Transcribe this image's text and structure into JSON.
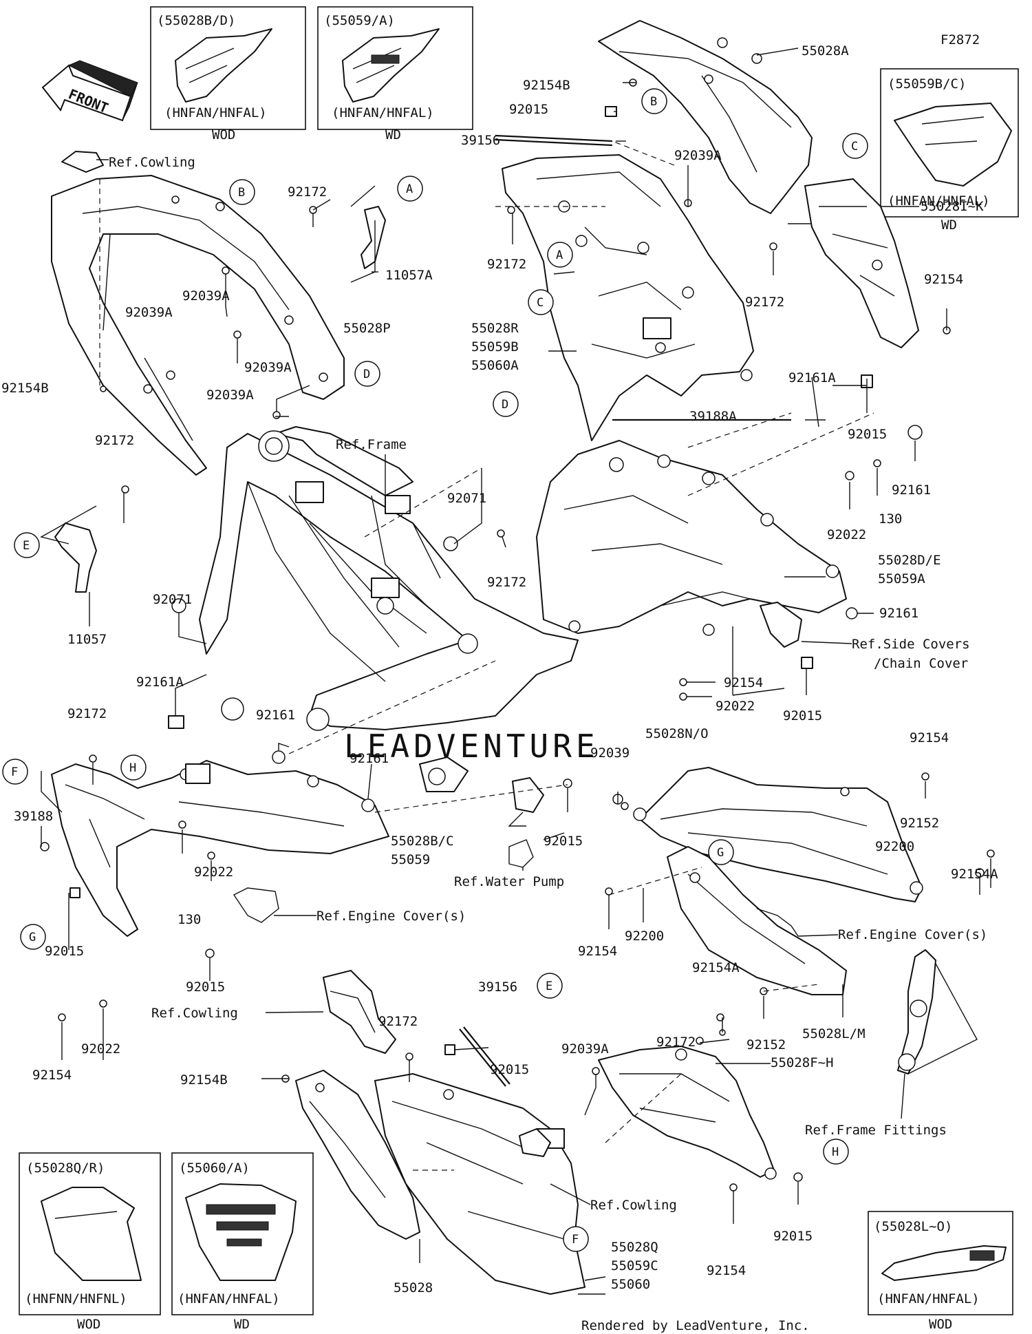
{
  "figure_code": "F2872",
  "front_label": "FRONT",
  "footer": "Rendered by LeadVenture, Inc.",
  "watermark": "LEADVENTURE",
  "inset_boxes": [
    {
      "code": "(55028B/D)",
      "models": "(HNFAN/HNFAL)",
      "variant": "WOD"
    },
    {
      "code": "(55059/A)",
      "models": "(HNFAN/HNFAL)",
      "variant": "WD"
    },
    {
      "code": "(55059B/C)",
      "models": "(HNFAN/HNFAL)",
      "variant": "WD"
    },
    {
      "code": "(55028Q/R)",
      "models": "(HNFNN/HNFNL)",
      "variant": "WOD"
    },
    {
      "code": "(55060/A)",
      "models": "(HNFAN/HNFAL)",
      "variant": "WD"
    },
    {
      "code": "(55028L~O)",
      "models": "(HNFAN/HNFAL)",
      "variant": "WOD"
    }
  ],
  "callouts": {
    "A": "A",
    "B": "B",
    "C": "C",
    "D": "D",
    "E": "E",
    "F": "F",
    "G": "G",
    "H": "H"
  },
  "refs": {
    "cowling": "Ref.Cowling",
    "frame": "Ref.Frame",
    "side_covers_1": "Ref.Side Covers",
    "side_covers_2": "/Chain Cover",
    "water_pump": "Ref.Water Pump",
    "engine_covers": "Ref.Engine Cover(s)",
    "frame_fittings": "Ref.Frame Fittings"
  },
  "parts": {
    "p55028A": "55028A",
    "p92154B": "92154B",
    "p92015": "92015",
    "p39156": "39156",
    "p92039A": "92039A",
    "p92172": "92172",
    "p55028IK": "55028I~K",
    "p92154": "92154",
    "p55028R": "55028R",
    "p55059B": "55059B",
    "p55060A": "55060A",
    "p11057A": "11057A",
    "p55028P": "55028P",
    "p11057": "11057",
    "p92071": "92071",
    "p92161A": "92161A",
    "p92161": "92161",
    "p39188A": "39188A",
    "p92022": "92022",
    "p130": "130",
    "p55028DE": "55028D/E",
    "p55059A": "55059A",
    "p39188": "39188",
    "p55028BC": "55028B/C",
    "p55059": "55059",
    "p92039": "92039",
    "p55028NO": "55028N/O",
    "p92200": "92200",
    "p92152": "92152",
    "p92154A": "92154A",
    "p55028LM": "55028L/M",
    "p55028FH": "55028F~H",
    "p55028Q": "55028Q",
    "p55059C": "55059C",
    "p55060": "55060",
    "p55028": "55028"
  }
}
